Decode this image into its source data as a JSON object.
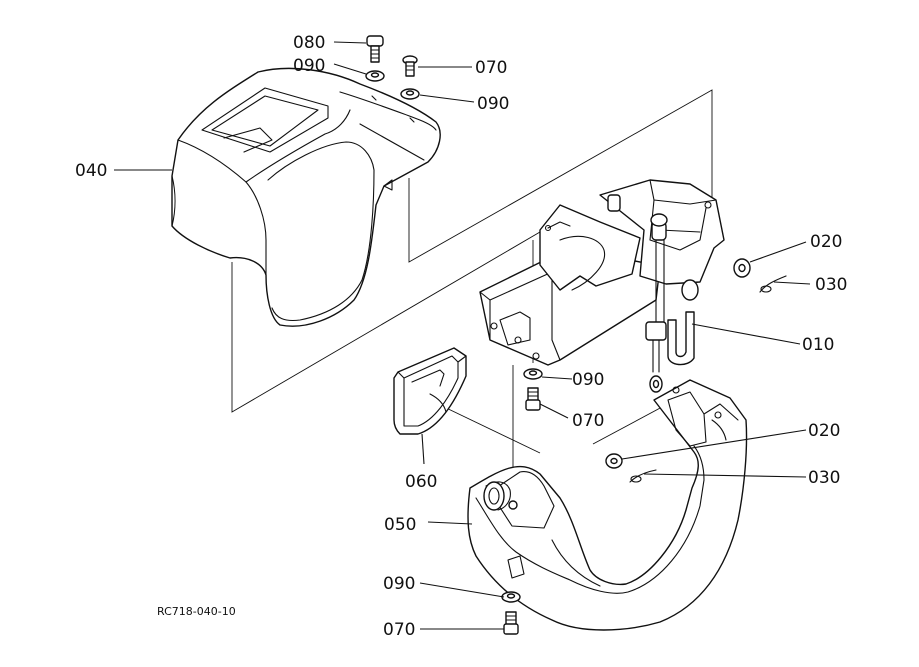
{
  "drawing_code": "RC718-040-10",
  "callouts": {
    "c080": "080",
    "c090_top_left": "090",
    "c070_top_right": "070",
    "c090_top_right": "090",
    "c040": "040",
    "c020_upper": "020",
    "c030_upper": "030",
    "c010": "010",
    "c090_mid": "090",
    "c070_mid": "070",
    "c020_lower": "020",
    "c030_lower": "030",
    "c060": "060",
    "c050": "050",
    "c090_bottom": "090",
    "c070_bottom": "070"
  }
}
